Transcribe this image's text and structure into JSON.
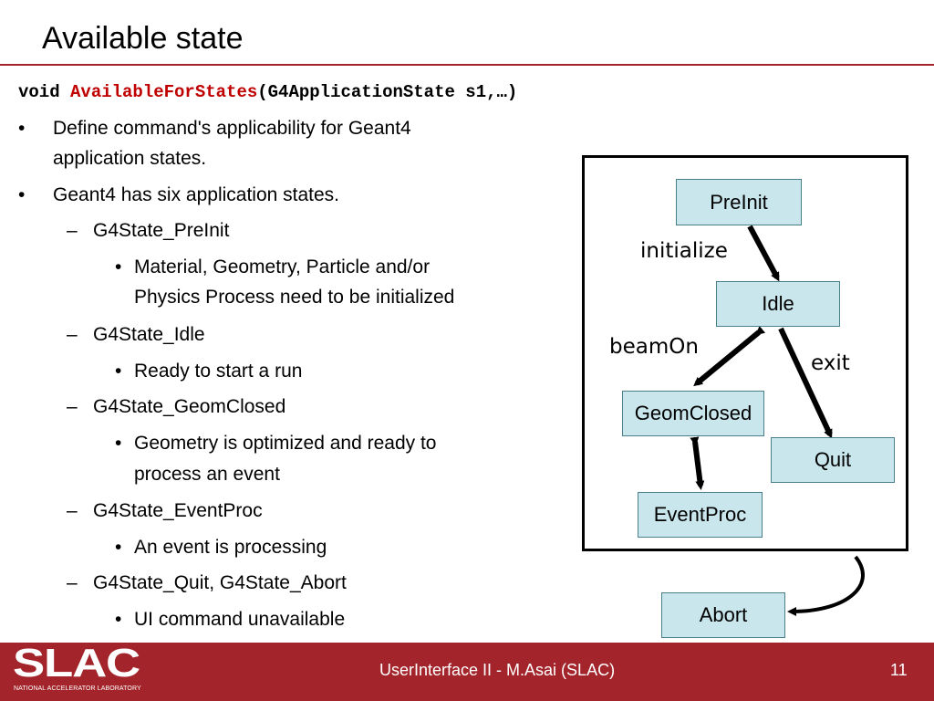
{
  "slide": {
    "title": "Available state",
    "code": {
      "keyword": "void ",
      "function": "AvailableForStates",
      "args": "(G4ApplicationState s1,…)"
    },
    "bullets": [
      {
        "mark": "•",
        "text": "Define command's applicability for Geant4"
      },
      {
        "mark": "",
        "text": "application states."
      },
      {
        "mark": "•",
        "text": "Geant4 has six application states."
      }
    ],
    "sub_items": [
      {
        "mark": "–",
        "text": "G4State_PreInit"
      },
      {
        "mark": "•",
        "text": "Material, Geometry, Particle and/or"
      },
      {
        "mark": "",
        "text": "Physics Process need to be initialized"
      },
      {
        "mark": "–",
        "text": "G4State_Idle"
      },
      {
        "mark": "•",
        "text": "Ready to start a run"
      },
      {
        "mark": "–",
        "text": "G4State_GeomClosed"
      },
      {
        "mark": "•",
        "text": "Geometry is optimized and ready to"
      },
      {
        "mark": "",
        "text": "process an event"
      },
      {
        "mark": "–",
        "text": "G4State_EventProc"
      },
      {
        "mark": "•",
        "text": "An event is processing"
      },
      {
        "mark": "–",
        "text": "G4State_Quit, G4State_Abort"
      },
      {
        "mark": "•",
        "text": "UI command unavailable"
      }
    ]
  },
  "diagram": {
    "states": {
      "preinit": "PreInit",
      "idle": "Idle",
      "geomclosed": "GeomClosed",
      "eventproc": "EventProc",
      "quit": "Quit",
      "abort": "Abort"
    },
    "edge_labels": {
      "initialize": "initialize",
      "beamon": "beamOn",
      "exit": "exit"
    },
    "box_color": "#c8e6ec"
  },
  "footer": {
    "text": "UserInterface II - M.Asai (SLAC)",
    "page_number": "11",
    "logo_word": "SLAC",
    "logo_subtitle": "NATIONAL ACCELERATOR LABORATORY",
    "bar_color": "#a3252b"
  }
}
